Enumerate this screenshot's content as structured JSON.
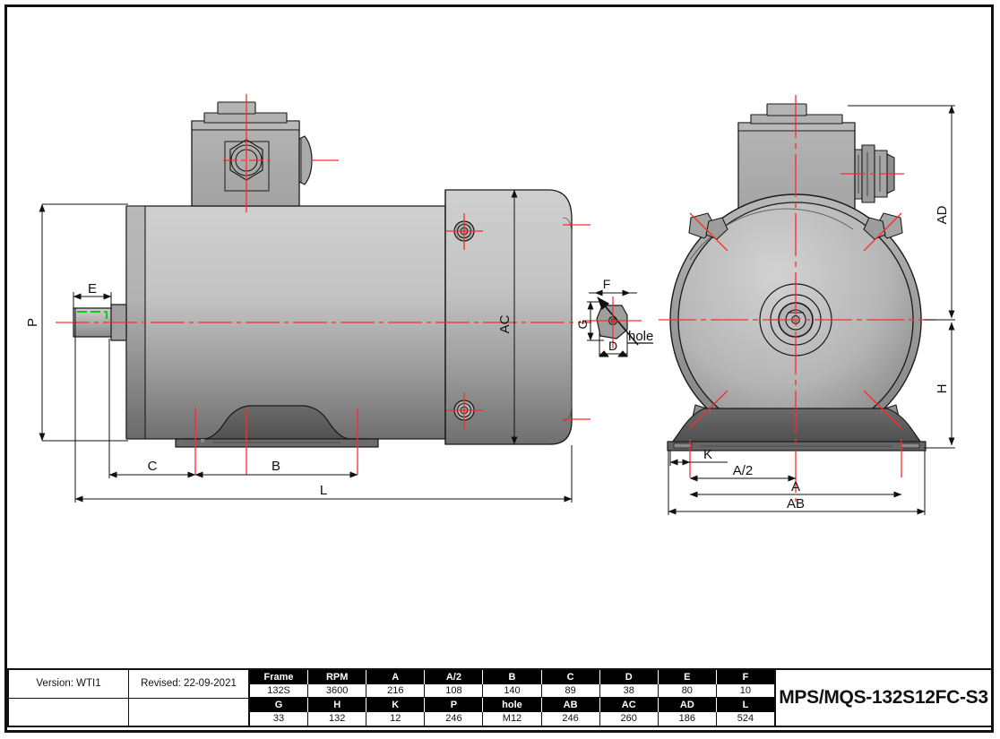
{
  "document": {
    "type": "engineering-drawing",
    "subject": "Electric motor dimensional drawing",
    "model": "MPS/MQS-132S12FC-S3"
  },
  "title_block": {
    "version": "Version: WTI1",
    "revised": "Revised: 22-09-2021",
    "blank_left": "",
    "blank_right": "",
    "model": "MPS/MQS-132S12FC-S3"
  },
  "spec_table": {
    "header_row_1": [
      "Frame",
      "RPM",
      "A",
      "A/2",
      "B",
      "C",
      "D",
      "E",
      "F"
    ],
    "value_row_1": [
      "132S",
      "3600",
      "216",
      "108",
      "140",
      "89",
      "38",
      "80",
      "10"
    ],
    "header_row_2": [
      "G",
      "H",
      "K",
      "P",
      "hole",
      "AB",
      "AC",
      "AD",
      "L"
    ],
    "value_row_2": [
      "33",
      "132",
      "12",
      "246",
      "M12",
      "246",
      "260",
      "186",
      "524"
    ]
  },
  "dimensions": {
    "side_view": {
      "P": "P",
      "E": "E",
      "AC": "AC",
      "C": "C",
      "B": "B",
      "L": "L"
    },
    "key_detail": {
      "F": "F",
      "G": "G",
      "D": "D",
      "hole": "hole"
    },
    "front_view": {
      "AD": "AD",
      "H": "H",
      "K": "K",
      "A_half": "A/2",
      "A": "A",
      "AB": "AB"
    }
  },
  "colors": {
    "centerline": "#ff2a2a",
    "keyway": "#14c814",
    "body_light": "#c9c9c9",
    "body_dark": "#6e6e6e",
    "outline": "#1a1a1a",
    "frame": "#111111"
  }
}
